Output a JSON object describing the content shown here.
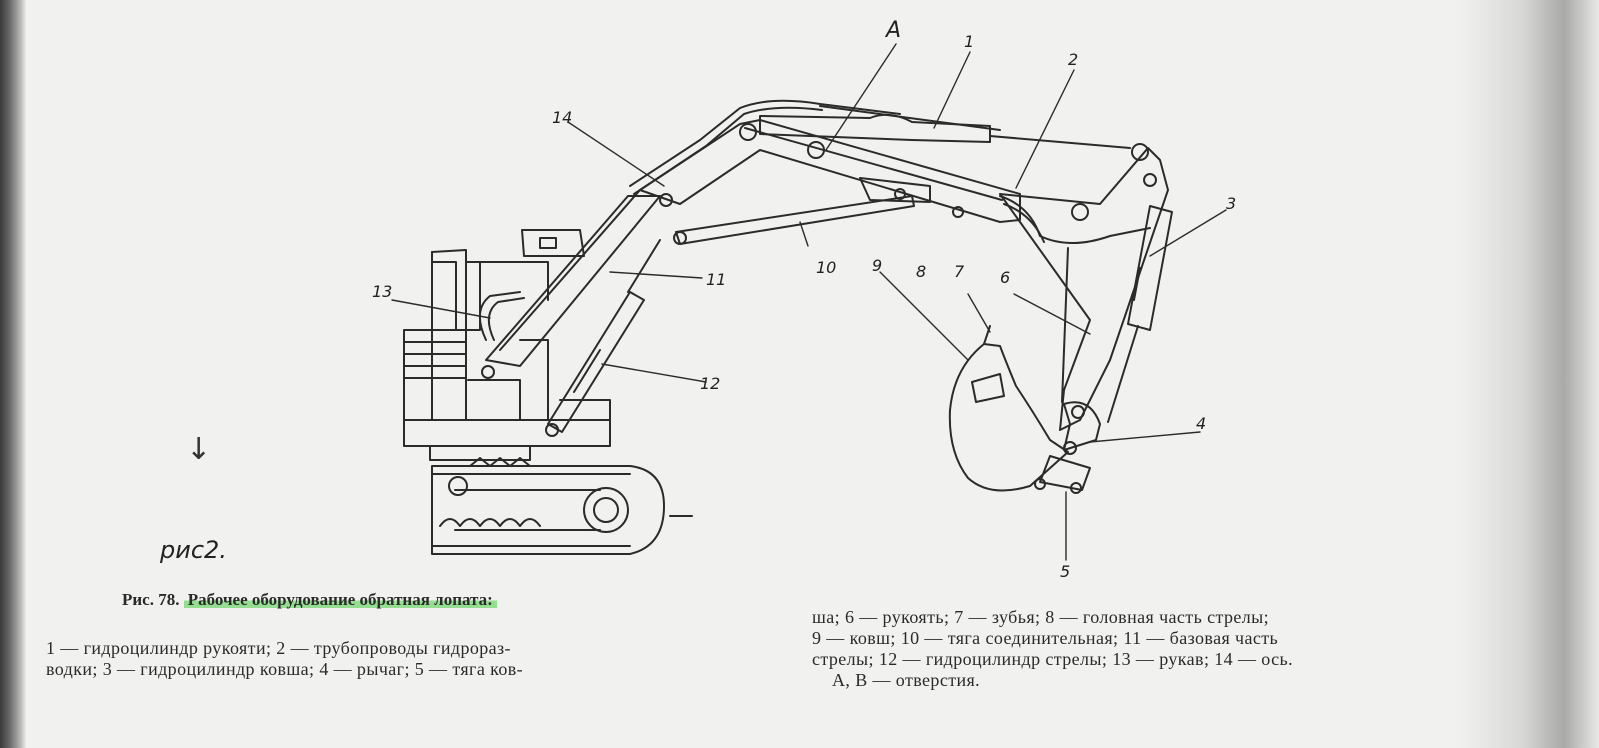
{
  "figure": {
    "number": "Рис. 78.",
    "title": "Рабочее оборудование обратная лопата:"
  },
  "legend_left": [
    "1 — гидроцилиндр рукояти; 2 — трубопроводы гидрораз-",
    "водки; 3 — гидроцилиндр ковша; 4 — рычаг; 5 — тяга ков-"
  ],
  "legend_right": [
    "ша; 6 — рукоять; 7 — зубья; 8 — головная часть стрелы;",
    "9 — ковш; 10 — тяга соединительная; 11 — базовая часть",
    "стрелы; 12 — гидроцилиндр стрелы; 13 — рукав; 14 — ось.",
    "А,   В   —   отверстия."
  ],
  "annotations": {
    "handwritten_note": "рис2.",
    "label_a": "A",
    "label_1": "1",
    "label_2": "2",
    "label_3": "3",
    "label_4": "4",
    "label_5": "5",
    "label_6": "6",
    "label_7": "7",
    "label_8": "8",
    "label_9": "9",
    "label_10": "10",
    "label_11": "11",
    "label_12": "12",
    "label_13": "13",
    "label_14": "14"
  },
  "colors": {
    "highlight": "#76d670",
    "ink": "#2a2a2a",
    "paper": "#f1f1ef"
  }
}
